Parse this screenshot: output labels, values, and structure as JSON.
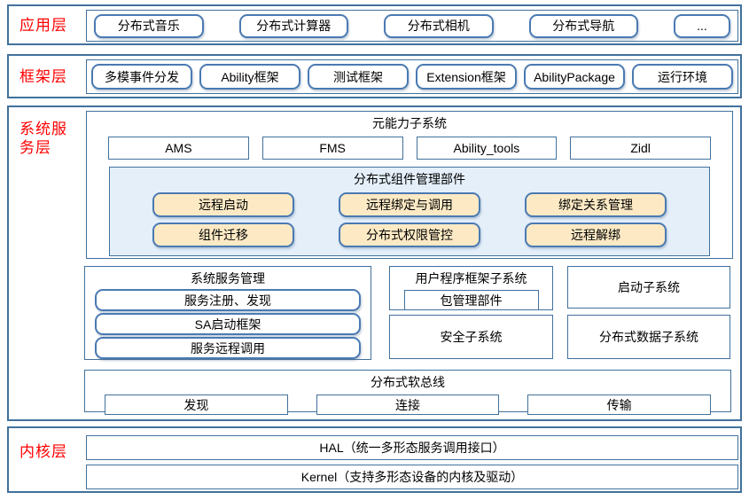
{
  "colors": {
    "accent_border": "#41719c",
    "pill_border": "#4a7ab2",
    "orange_fill": "#fdeac5",
    "panel_fill": "#e4effa",
    "label_red": "#ff0000"
  },
  "layers": {
    "app": {
      "label": "应用层",
      "items": [
        "分布式音乐",
        "分布式计算器",
        "分布式相机",
        "分布式导航",
        "..."
      ]
    },
    "framework": {
      "label": "框架层",
      "items": [
        "多模事件分发",
        "Ability框架",
        "测试框架",
        "Extension框架",
        "AbilityPackage",
        "运行环境"
      ]
    },
    "system_service": {
      "label": "系统服务层",
      "meta_ability": {
        "title": "元能力子系统",
        "items": [
          "AMS",
          "FMS",
          "Ability_tools",
          "Zidl"
        ],
        "dist_component": {
          "title": "分布式组件管理部件",
          "row1": [
            "远程启动",
            "远程绑定与调用",
            "绑定关系管理"
          ],
          "row2": [
            "组件迁移",
            "分布式权限管控",
            "远程解绑"
          ]
        }
      },
      "system_service_mgmt": {
        "title": "系统服务管理",
        "items": [
          "服务注册、发现",
          "SA启动框架",
          "服务远程调用"
        ]
      },
      "user_program": {
        "title": "用户程序框架子系统",
        "item": "包管理部件"
      },
      "boot": {
        "title": "启动子系统"
      },
      "security": {
        "title": "安全子系统"
      },
      "dist_data": {
        "title": "分布式数据子系统"
      },
      "softbus": {
        "title": "分布式软总线",
        "items": [
          "发现",
          "连接",
          "传输"
        ]
      }
    },
    "kernel": {
      "label": "内核层",
      "items": [
        "HAL（统一多形态服务调用接口）",
        "Kernel（支持多形态设备的内核及驱动）"
      ]
    }
  }
}
